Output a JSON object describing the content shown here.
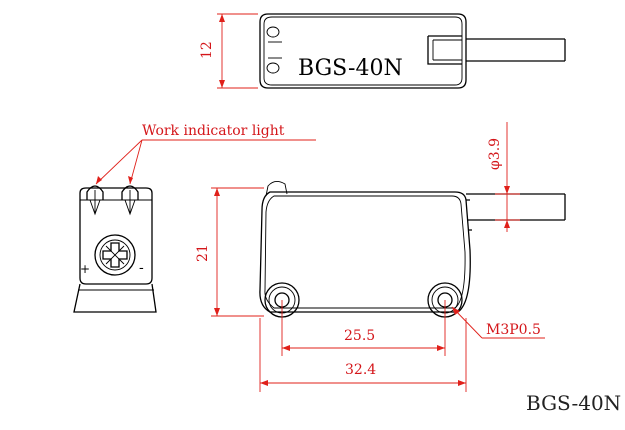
{
  "model_label": "BGS-40N",
  "top_view": {
    "marking": "BGS-40N"
  },
  "dimensions": {
    "height_top": "12",
    "cable_dia": "φ3.9",
    "height_front": "21",
    "hole_spacing": "25.5",
    "overall_length": "32.4",
    "thread": "M3P0.5"
  },
  "annotations": {
    "indicator": "Work indicator light",
    "plus": "+",
    "minus": "-"
  },
  "colors": {
    "dimension": "#e0201a",
    "outline": "#000000"
  }
}
